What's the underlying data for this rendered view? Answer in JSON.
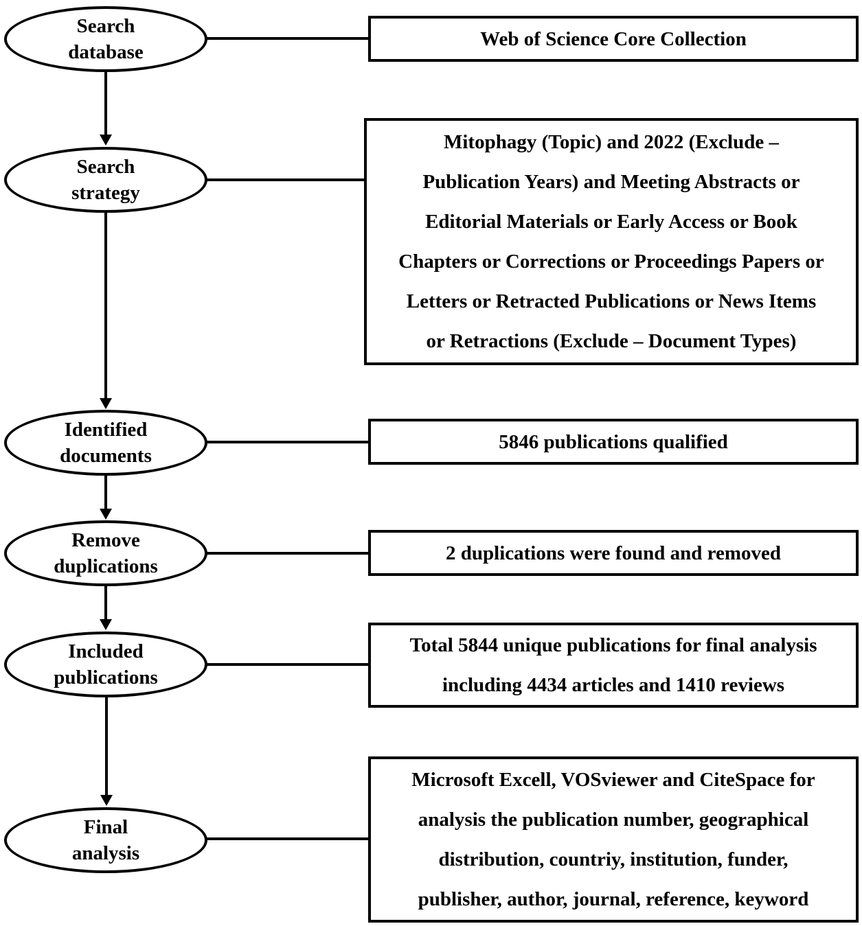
{
  "steps": [
    {
      "label_lines": [
        "Search",
        "database"
      ],
      "box_lines": [
        "Web of Science Core Collection"
      ]
    },
    {
      "label_lines": [
        "Search",
        "strategy"
      ],
      "box_lines": [
        "Mitophagy (Topic) and 2022 (Exclude –",
        "Publication Years) and Meeting Abstracts or",
        "Editorial Materials or Early Access or Book",
        "Chapters or Corrections or Proceedings Papers or",
        "Letters or Retracted Publications or News Items",
        "or Retractions (Exclude – Document Types)"
      ]
    },
    {
      "label_lines": [
        "Identified",
        "documents"
      ],
      "box_lines": [
        "5846 publications qualified"
      ]
    },
    {
      "label_lines": [
        "Remove",
        "duplications"
      ],
      "box_lines": [
        "2 duplications were found and removed"
      ]
    },
    {
      "label_lines": [
        "Included",
        "publications"
      ],
      "box_lines": [
        "Total 5844 unique publications for final analysis",
        "including 4434 articles and 1410 reviews"
      ]
    },
    {
      "label_lines": [
        "Final",
        "analysis"
      ],
      "box_lines": [
        "Microsoft Excell, VOSviewer and CiteSpace for",
        "analysis the publication number, geographical",
        "distribution, countriy, institution, funder,",
        "publisher, author, journal, reference, keyword"
      ]
    }
  ]
}
